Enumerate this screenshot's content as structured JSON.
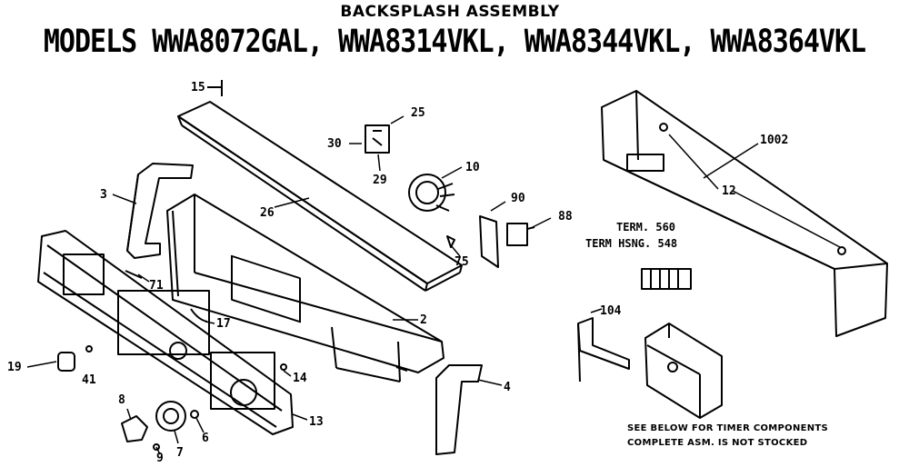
{
  "header": {
    "title": "BACKSPLASH ASSEMBLY",
    "models": "MODELS WWA8072GAL, WWA8314VKL, WWA8344VKL, WWA8364VKL"
  },
  "callouts": {
    "p15": "15",
    "p25": "25",
    "p30": "30",
    "p29": "29",
    "p10": "10",
    "p3": "3",
    "p26": "26",
    "p90": "90",
    "p88": "88",
    "p75": "75",
    "p71": "71",
    "p17": "17",
    "p2": "2",
    "p19": "19",
    "p41": "41",
    "p14": "14",
    "p4": "4",
    "p8": "8",
    "p6": "6",
    "p13": "13",
    "p9": "9",
    "p7": "7",
    "p1002": "1002",
    "p12": "12",
    "p104": "104"
  },
  "terminal_labels": {
    "term": "TERM. 560",
    "housing": "TERM HSNG. 548"
  },
  "notes": {
    "line1": "SEE BELOW FOR TIMER COMPONENTS",
    "line2": "COMPLETE ASM. IS NOT STOCKED"
  }
}
